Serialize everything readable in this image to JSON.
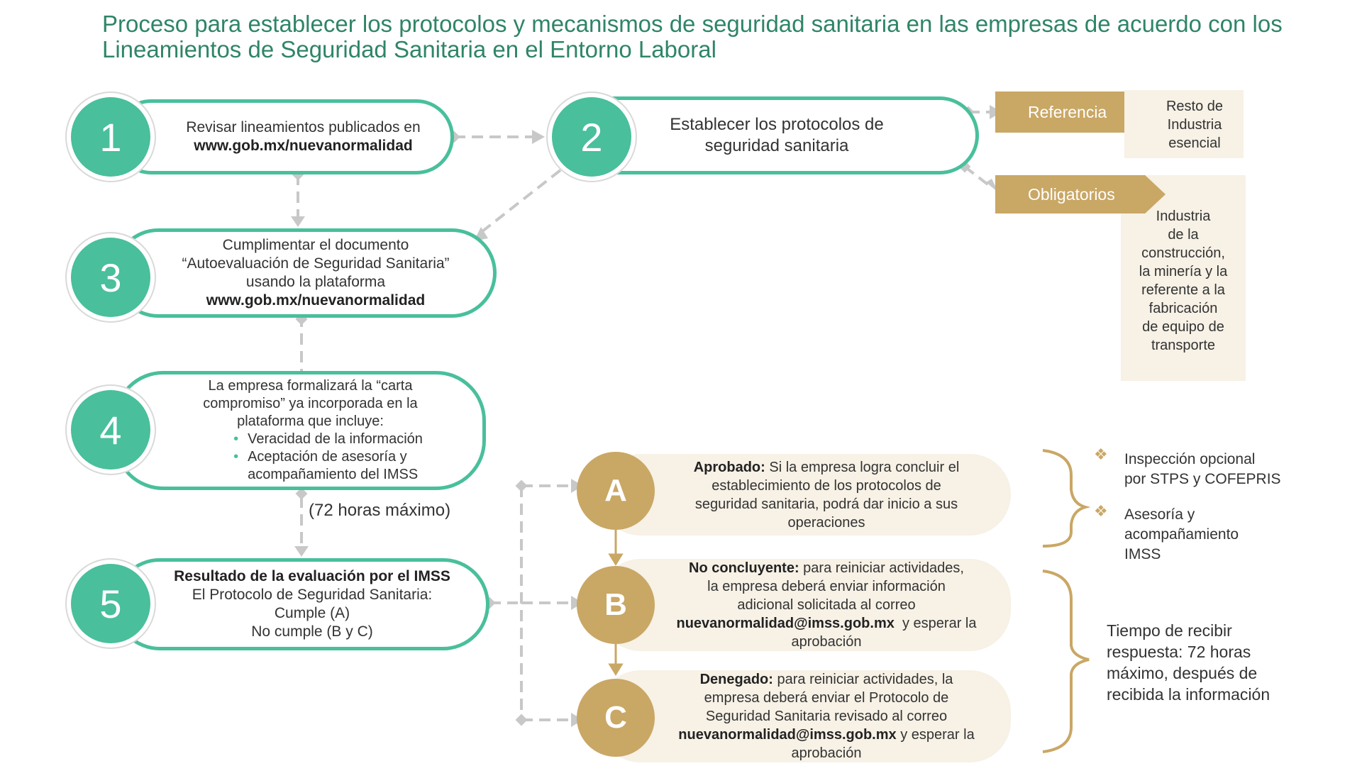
{
  "title": "Proceso para establecer los protocolos y mecanismos de seguridad sanitaria en las empresas de acuerdo con los Lineamientos de Seguridad Sanitaria en el Entorno Laboral",
  "colors": {
    "green": "#49bf9c",
    "gold": "#c9a765",
    "cream": "#f7f1e6",
    "title": "#2f8566"
  },
  "steps": {
    "s1": {
      "num": "1",
      "text": "Revisar lineamientos publicados en",
      "bold": "www.gob.mx/nuevanormalidad"
    },
    "s2": {
      "num": "2",
      "line1": "Establecer los protocolos de",
      "line2": "seguridad sanitaria"
    },
    "s3": {
      "num": "3",
      "line1": "Cumplimentar el documento",
      "line2": "“Autoevaluación de Seguridad Sanitaria”",
      "line3": "usando la plataforma",
      "bold": "www.gob.mx/nuevanormalidad"
    },
    "s4": {
      "num": "4",
      "line1": "La empresa formalizará la “carta",
      "line2": "compromiso” ya incorporada en la",
      "line3": "plataforma que incluye:",
      "bullet1": "Veracidad de la información",
      "bullet2a": "Aceptación de asesoría y",
      "bullet2b": "acompañamiento del IMSS"
    },
    "s5": {
      "num": "5",
      "bold": "Resultado de la evaluación por el IMSS",
      "line1": "El Protocolo de Seguridad Sanitaria:",
      "line2": "Cumple (A)",
      "line3": "No cumple (B y C)"
    }
  },
  "time_note": "(72 horas máximo)",
  "tags": {
    "referencia": {
      "label": "Referencia",
      "line1": "Resto de",
      "line2": "Industria",
      "line3": "esencial"
    },
    "obligatorios": {
      "label": "Obligatorios",
      "lines": [
        "Industria",
        "de la",
        "construcción,",
        "la minería y la",
        "referente a la",
        "fabricación",
        "de equipo de",
        "transporte"
      ]
    }
  },
  "outcomes": {
    "a": {
      "letter": "A",
      "bold": "Aprobado:",
      "l1": "Si la empresa logra concluir el",
      "l2": "establecimiento de los protocolos de",
      "l3": "seguridad sanitaria, podrá dar inicio a sus",
      "l4": "operaciones"
    },
    "b": {
      "letter": "B",
      "bold": "No concluyente:",
      "l1": "para reiniciar actividades,",
      "l2": "la empresa deberá enviar información",
      "l3": "adicional solicitada al correo",
      "email": "nuevanormalidad@imss.gob.mx",
      "l4": "y esperar la",
      "l5": "aprobación"
    },
    "c": {
      "letter": "C",
      "bold": "Denegado:",
      "l1": "para reiniciar actividades, la",
      "l2": "empresa deberá enviar el Protocolo de",
      "l3": "Seguridad Sanitaria revisado al correo",
      "email": "nuevanormalidad@imss.gob.mx",
      "l4": "y esperar la",
      "l5": "aprobación"
    }
  },
  "side_notes": {
    "n1a": "Inspección opcional",
    "n1b": "por STPS y COFEPRIS",
    "n2a": "Asesoría y",
    "n2b": "acompañamiento",
    "n2c": "IMSS",
    "time1": "Tiempo de recibir",
    "time2": "respuesta: 72 horas",
    "time3": "máximo, después de",
    "time4": "recibida la información"
  }
}
